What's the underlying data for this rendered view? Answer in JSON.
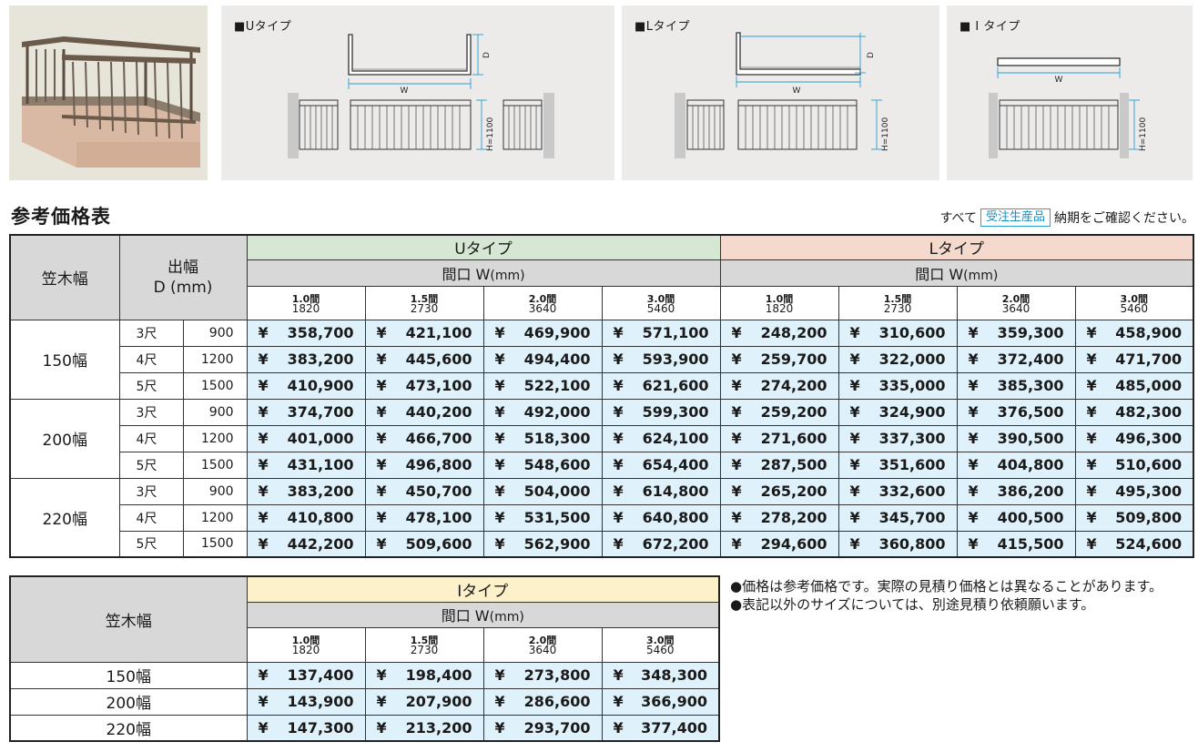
{
  "panels": {
    "u": {
      "label": "■Uタイプ",
      "dim_d": "D",
      "dim_w": "W",
      "dim_h": "H=1100"
    },
    "l": {
      "label": "■Lタイプ",
      "dim_d": "D",
      "dim_w": "W",
      "dim_h": "H=1100"
    },
    "i": {
      "label": "■ I タイプ",
      "dim_w": "W",
      "dim_h": "H=1100"
    }
  },
  "title": "参考価格表",
  "top_note": {
    "prefix": "すべて",
    "badge": "受注生産品",
    "suffix": "納期をご確認ください。"
  },
  "colors": {
    "u_header": "#d6e8d4",
    "l_header": "#f6d9cd",
    "i_header": "#fdf1cc",
    "price_cell": "#dff1fa",
    "badge": "#1c8fc0"
  },
  "table1": {
    "h_kasagi": "笠木幅",
    "h_dehaba": "出幅",
    "h_d_unit": "D (mm)",
    "u_type": "Uタイプ",
    "l_type": "Lタイプ",
    "maguchi": "間口 W",
    "maguchi_unit": "(mm)",
    "cols": [
      {
        "ken": "1.0間",
        "mm": "1820"
      },
      {
        "ken": "1.5間",
        "mm": "2730"
      },
      {
        "ken": "2.0間",
        "mm": "3640"
      },
      {
        "ken": "3.0間",
        "mm": "5460"
      }
    ],
    "yen": "¥",
    "groups": [
      {
        "label": "150幅",
        "rows": [
          {
            "shaku": "3尺",
            "mm": "900",
            "u": [
              "358,700",
              "421,100",
              "469,900",
              "571,100"
            ],
            "l": [
              "248,200",
              "310,600",
              "359,300",
              "458,900"
            ]
          },
          {
            "shaku": "4尺",
            "mm": "1200",
            "u": [
              "383,200",
              "445,600",
              "494,400",
              "593,900"
            ],
            "l": [
              "259,700",
              "322,000",
              "372,400",
              "471,700"
            ]
          },
          {
            "shaku": "5尺",
            "mm": "1500",
            "u": [
              "410,900",
              "473,100",
              "522,100",
              "621,600"
            ],
            "l": [
              "274,200",
              "335,000",
              "385,300",
              "485,000"
            ]
          }
        ]
      },
      {
        "label": "200幅",
        "rows": [
          {
            "shaku": "3尺",
            "mm": "900",
            "u": [
              "374,700",
              "440,200",
              "492,000",
              "599,300"
            ],
            "l": [
              "259,200",
              "324,900",
              "376,500",
              "482,300"
            ]
          },
          {
            "shaku": "4尺",
            "mm": "1200",
            "u": [
              "401,000",
              "466,700",
              "518,300",
              "624,100"
            ],
            "l": [
              "271,600",
              "337,300",
              "390,500",
              "496,300"
            ]
          },
          {
            "shaku": "5尺",
            "mm": "1500",
            "u": [
              "431,100",
              "496,800",
              "548,600",
              "654,400"
            ],
            "l": [
              "287,500",
              "351,600",
              "404,800",
              "510,600"
            ]
          }
        ]
      },
      {
        "label": "220幅",
        "rows": [
          {
            "shaku": "3尺",
            "mm": "900",
            "u": [
              "383,200",
              "450,700",
              "504,000",
              "614,800"
            ],
            "l": [
              "265,200",
              "332,600",
              "386,200",
              "495,300"
            ]
          },
          {
            "shaku": "4尺",
            "mm": "1200",
            "u": [
              "410,800",
              "478,100",
              "531,500",
              "640,800"
            ],
            "l": [
              "278,200",
              "345,700",
              "400,500",
              "509,800"
            ]
          },
          {
            "shaku": "5尺",
            "mm": "1500",
            "u": [
              "442,200",
              "509,600",
              "562,900",
              "672,200"
            ],
            "l": [
              "294,600",
              "360,800",
              "415,500",
              "524,600"
            ]
          }
        ]
      }
    ]
  },
  "table2": {
    "h_kasagi": "笠木幅",
    "i_type": "Iタイプ",
    "maguchi": "間口 W",
    "maguchi_unit": "(mm)",
    "cols": [
      {
        "ken": "1.0間",
        "mm": "1820"
      },
      {
        "ken": "1.5間",
        "mm": "2730"
      },
      {
        "ken": "2.0間",
        "mm": "3640"
      },
      {
        "ken": "3.0間",
        "mm": "5460"
      }
    ],
    "yen": "¥",
    "rows": [
      {
        "label": "150幅",
        "values": [
          "137,400",
          "198,400",
          "273,800",
          "348,300"
        ]
      },
      {
        "label": "200幅",
        "values": [
          "143,900",
          "207,900",
          "286,600",
          "366,900"
        ]
      },
      {
        "label": "220幅",
        "values": [
          "147,300",
          "213,200",
          "293,700",
          "377,400"
        ]
      }
    ]
  },
  "notes": [
    "●価格は参考価格です。実際の見積り価格とは異なることがあります。",
    "●表記以外のサイズについては、別途見積り依頼願います。"
  ]
}
